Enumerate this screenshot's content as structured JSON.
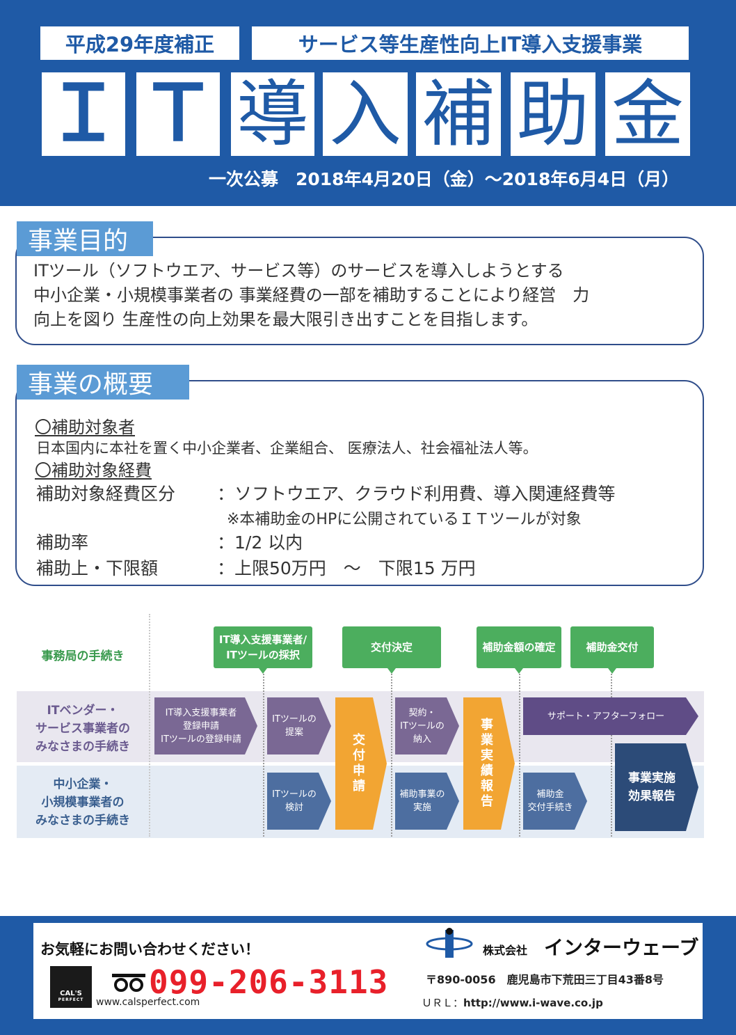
{
  "header": {
    "tag_left": "平成29年度補正",
    "tag_right": "サービス等生産性向上IT導入支援事業",
    "title_chars": [
      "Ｉ",
      "Ｔ",
      "導",
      "入",
      "補",
      "助",
      "金"
    ],
    "period": "一次公募　2018年4月20日（金）～2018年6月4日（月）"
  },
  "purpose": {
    "label": "事業目的",
    "lines": [
      "ITツール（ソフトウエア、サービス等）のサービスを導入しようとする",
      "中小企業・小規模事業者の 事業経費の一部を補助することにより経営　力",
      "向上を図り 生産性の向上効果を最大限引き出すことを目指します。"
    ]
  },
  "overview": {
    "label": "事業の概要",
    "target_heading": "〇補助対象者",
    "target_text": "日本国内に本社を置く中小企業者、企業組合、 医療法人、社会福祉法人等。",
    "expense_heading": "〇補助対象経費",
    "expense_label": "補助対象経費区分",
    "expense_value": "：ソフトウエア、クラウド利用費、導入関連経費等",
    "expense_note": "※本補助金のHPに公開されているＩＴツールが対象",
    "rate_label": "補助率",
    "rate_value": "：1/2 以内",
    "limit_label": "補助上・下限額",
    "limit_value": "：上限50万円　～　下限15 万円"
  },
  "flow": {
    "lanes": [
      "事務局の手続き",
      "ITベンダー・\nサービス事業者の\nみなさまの手続き",
      "中小企業・\n小規模事業者の\nみなさまの手続き"
    ],
    "office_steps": [
      "IT導入支援事業者/\nITツールの採択",
      "交付決定",
      "補助金額の確定",
      "補助金交付"
    ],
    "vendor_steps": [
      "IT導入支援事業者\n登録申請\nITツールの登録申請",
      "ITツールの\n提案",
      "契約・\nITツールの\n納入",
      "サポート・アフターフォロー"
    ],
    "sme_steps": [
      "ITツールの\n検討",
      "補助事業の\n実施",
      "補助金\n交付手続き",
      "事業実施\n効果報告"
    ],
    "joint_steps": [
      "交付申請",
      "事業実績報告"
    ],
    "colors": {
      "office": "#4cae5e",
      "vendor": "#7a6894",
      "sme": "#4d6ea0",
      "joint": "#f2a533"
    }
  },
  "footer": {
    "contact": "お気軽にお問い合わせください！",
    "logo_text": "CAL'S",
    "logo_sub": "PERFECT",
    "phone": "099-206-3113",
    "url_left": "www.calsperfect.com",
    "corp_prefix": "株式会社",
    "corp_name": "インターウェーブ",
    "address": "〒890-0056　鹿児島市下荒田三丁目43番8号",
    "url_right_label": "ＵＲＬ：",
    "url_right": "http://www.i-wave.co.jp"
  },
  "colors": {
    "brand": "#1f5aa6",
    "label": "#5b9bd5",
    "phone": "#e8202a"
  }
}
